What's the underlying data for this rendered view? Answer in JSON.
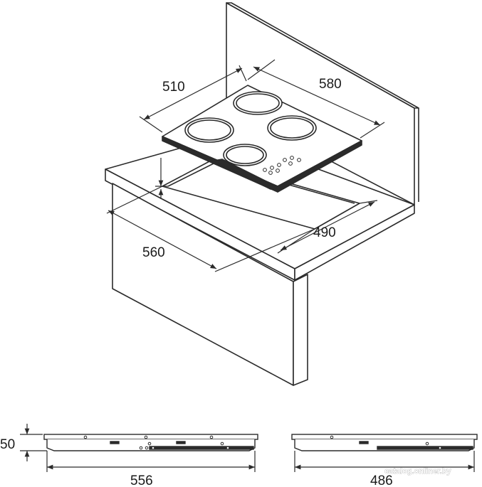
{
  "dimensions": {
    "hob_depth": "510",
    "hob_width": "580",
    "cutout_depth": "490",
    "cutout_width": "560",
    "side_height": "50",
    "side_width": "556",
    "side_depth": "486"
  },
  "watermark": "catalog.onliner.by",
  "colors": {
    "line": "#2b2b2b",
    "counter_fill": "#ffffff",
    "hob_fill": "#ffffff",
    "cutout": "#2b2b2b"
  }
}
